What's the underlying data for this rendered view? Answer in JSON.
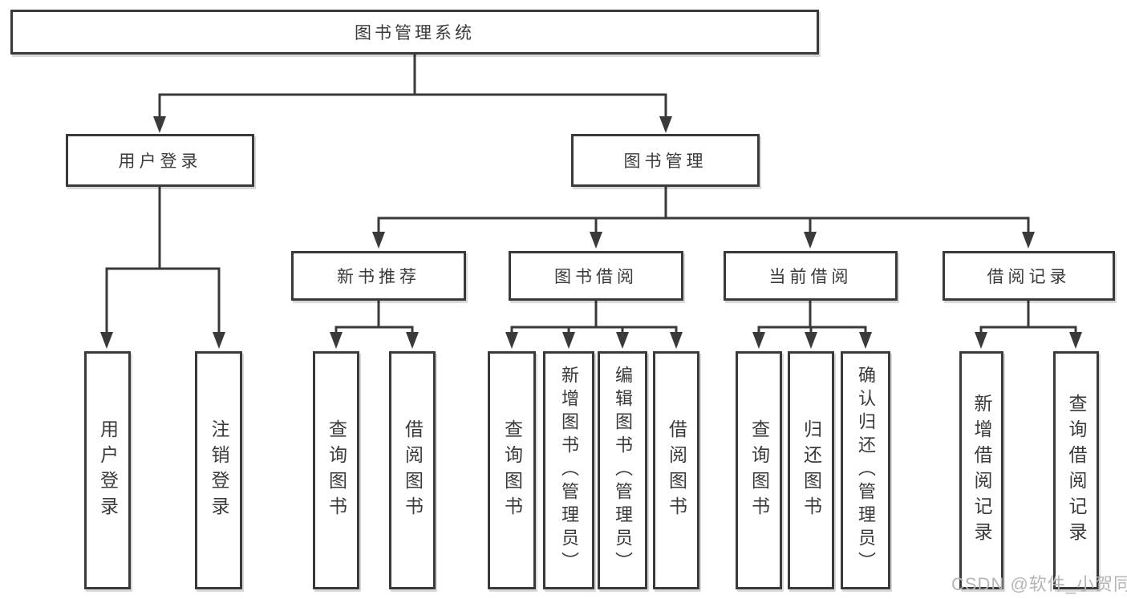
{
  "tree": {
    "root": {
      "label": "图书管理系统"
    },
    "branches": [
      {
        "label": "用户登录",
        "leaves": [
          {
            "label": "用户登录"
          },
          {
            "label": "注销登录"
          }
        ]
      },
      {
        "label": "图书管理",
        "children": [
          {
            "label": "新书推荐",
            "leaves": [
              {
                "label": "查询图书"
              },
              {
                "label": "借阅图书"
              }
            ]
          },
          {
            "label": "图书借阅",
            "leaves": [
              {
                "label": "查询图书"
              },
              {
                "label": "新增图书（管理员）"
              },
              {
                "label": "编辑图书（管理员）"
              },
              {
                "label": "借阅图书"
              }
            ]
          },
          {
            "label": "当前借阅",
            "leaves": [
              {
                "label": "查询图书"
              },
              {
                "label": "归还图书"
              },
              {
                "label": "确认归还（管理员）"
              }
            ]
          },
          {
            "label": "借阅记录",
            "leaves": [
              {
                "label": "新增借阅记录"
              },
              {
                "label": "查询借阅记录"
              }
            ]
          }
        ]
      }
    ]
  },
  "watermark": {
    "text": "CSDN @软件_小贺同学"
  },
  "colors": {
    "background": "#ffffff",
    "line": "#3a3a3a",
    "text": "#3a3a3a",
    "watermark": "#b5b5b5"
  }
}
